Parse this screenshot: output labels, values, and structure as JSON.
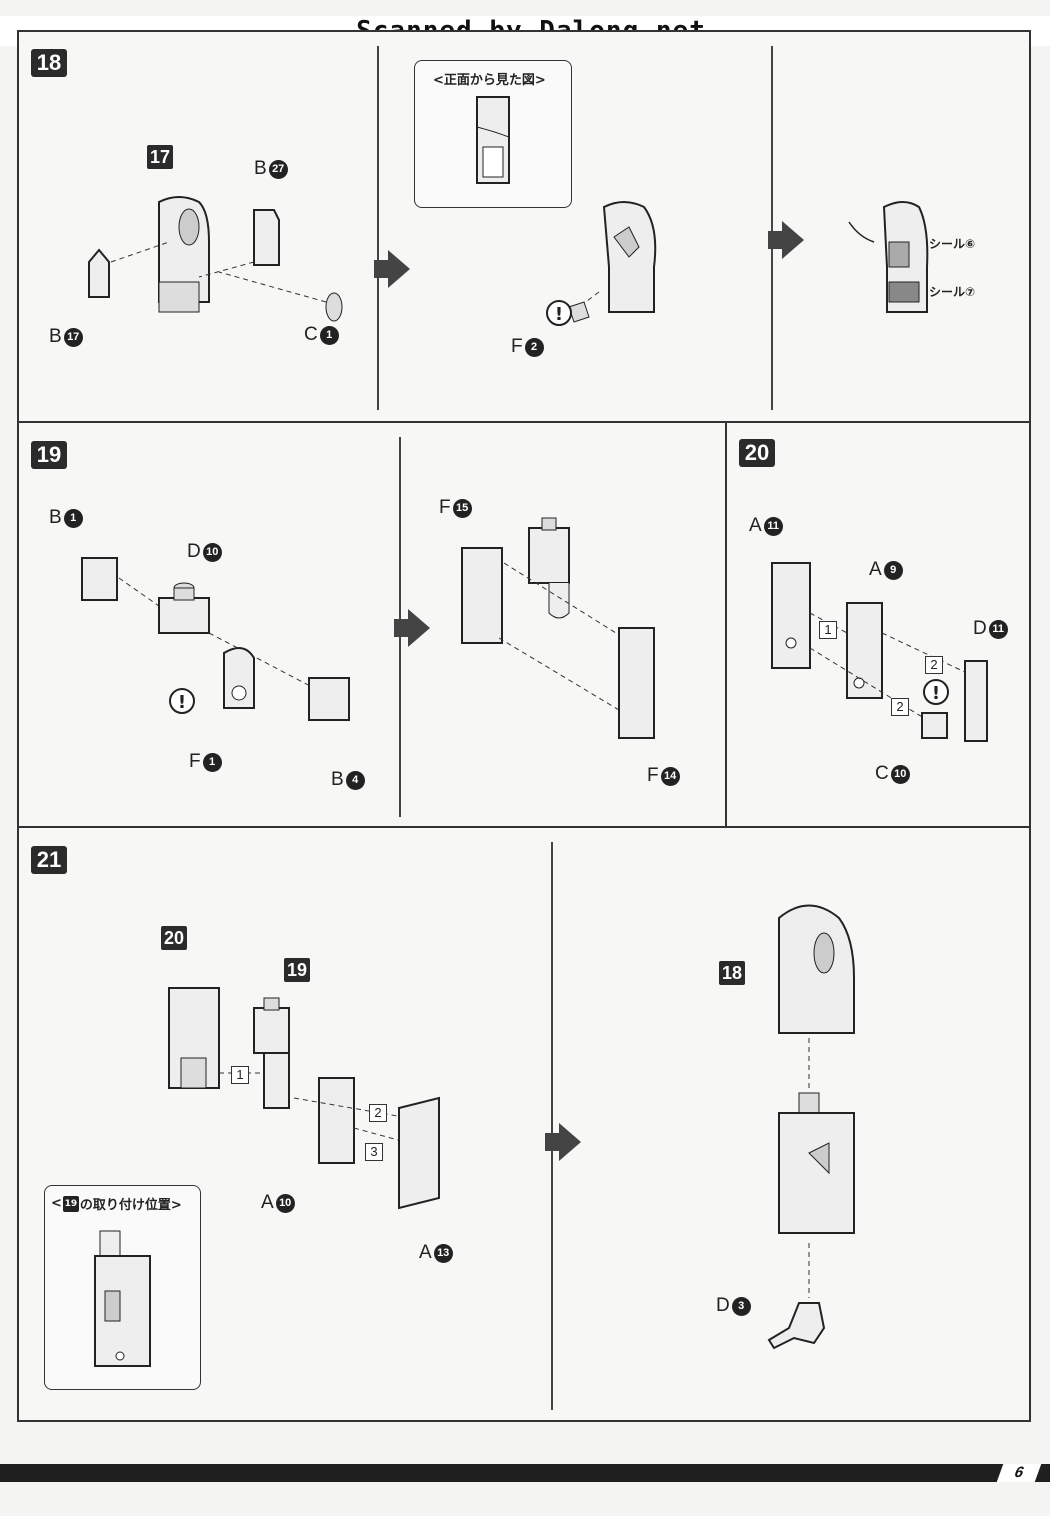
{
  "watermark": "Scanned by Dalong.net",
  "page_number": "6",
  "steps": {
    "s18": {
      "number": "18",
      "ref_main": "17",
      "labels": {
        "b27_letter": "B",
        "b27_num": "27",
        "b17_letter": "B",
        "b17_num": "17",
        "c1_letter": "C",
        "c1_num": "1",
        "f2_letter": "F",
        "f2_num": "2"
      },
      "front_view_caption": "<正面から見た図>",
      "sticker6": "シール⑥",
      "sticker7": "シール⑦"
    },
    "s19": {
      "number": "19",
      "labels": {
        "b1_letter": "B",
        "b1_num": "1",
        "d10_letter": "D",
        "d10_num": "10",
        "f1_letter": "F",
        "f1_num": "1",
        "b4_letter": "B",
        "b4_num": "4",
        "f15_letter": "F",
        "f15_num": "15",
        "f14_letter": "F",
        "f14_num": "14"
      }
    },
    "s20": {
      "number": "20",
      "labels": {
        "a11_letter": "A",
        "a11_num": "11",
        "a9_letter": "A",
        "a9_num": "9",
        "d11_letter": "D",
        "d11_num": "11",
        "c10_letter": "C",
        "c10_num": "10"
      },
      "order": [
        "1",
        "2",
        "2"
      ]
    },
    "s21": {
      "number": "21",
      "ref_20": "20",
      "ref_19": "19",
      "ref_18": "18",
      "labels": {
        "a10_letter": "A",
        "a10_num": "10",
        "a13_letter": "A",
        "a13_num": "13",
        "d3_letter": "D",
        "d3_num": "3"
      },
      "order": [
        "1",
        "2",
        "3"
      ],
      "inset_caption_pre": "<",
      "inset_caption_ref": "19",
      "inset_caption_post": "の取り付け位置>"
    }
  },
  "warning_symbol": "!"
}
